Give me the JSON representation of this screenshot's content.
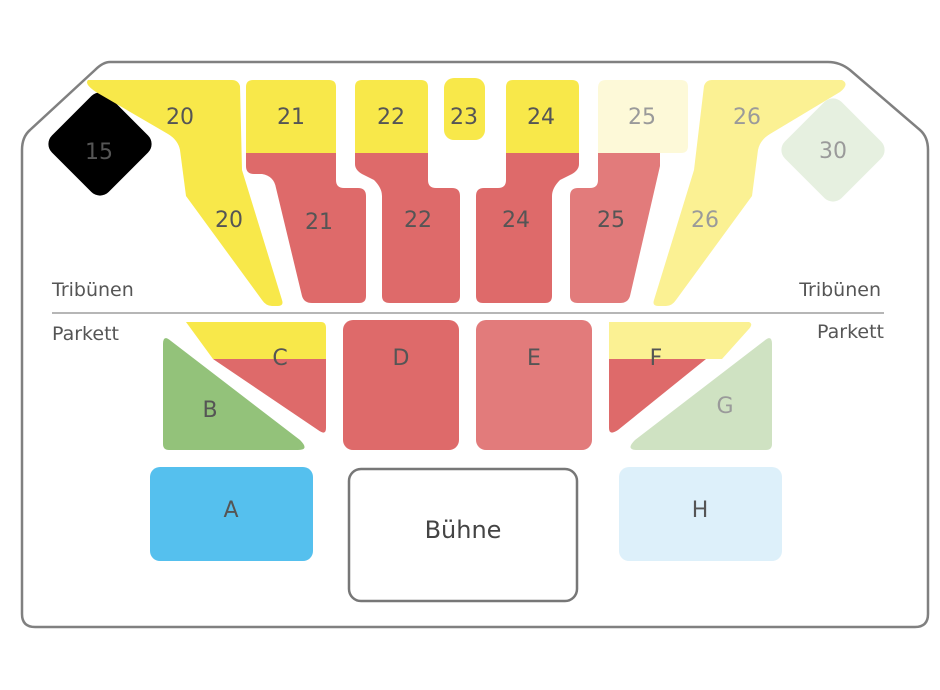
{
  "colors": {
    "yellow": "#f8e84a",
    "yellow_light": "#fbf193",
    "yellow_pale": "#fdf9d8",
    "red": "#de6a6a",
    "red_light": "#e27b7b",
    "green": "#93c27a",
    "green_pale": "#cfe2c2",
    "green_faint": "#e6f0e0",
    "blue": "#55c0ee",
    "blue_pale": "#ddf0fa",
    "outline": "#777777"
  },
  "labels": {
    "tribunen_left": "Tribünen",
    "tribunen_right": "Tribünen",
    "parkett_left": "Parkett",
    "parkett_right": "Parkett",
    "stage": "Bühne"
  },
  "sections": {
    "s15": "15",
    "s20_top": "20",
    "s20_bottom": "20",
    "s21_top": "21",
    "s21_bottom": "21",
    "s22_top": "22",
    "s22_bottom": "22",
    "s23": "23",
    "s24_top": "24",
    "s24_bottom": "24",
    "s25_top": "25",
    "s25_bottom": "25",
    "s26_top": "26",
    "s26_bottom": "26",
    "s30": "30",
    "A": "A",
    "B": "B",
    "C": "C",
    "D": "D",
    "E": "E",
    "F": "F",
    "G": "G",
    "H": "H"
  }
}
